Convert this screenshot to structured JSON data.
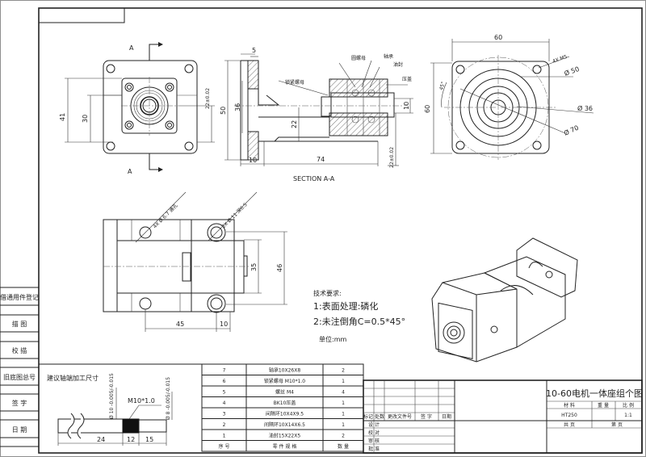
{
  "side_strip": [
    "借通用件登记",
    "描 图",
    "校 描",
    "旧底图总号",
    "签 字",
    "日 期"
  ],
  "front_view": {
    "section_mark_top": "A",
    "section_mark_bottom": "A",
    "dim_41": "41",
    "dim_30": "30",
    "dim_22_tol": "22±0.02"
  },
  "section_view": {
    "title": "SECTION A-A",
    "labels": {
      "lock_nut": "锁紧螺母",
      "round_nut": "圆螺母",
      "bearing": "轴承",
      "oil_seal": "油封",
      "gland": "压盖"
    },
    "dim_5": "5",
    "dim_50": "50",
    "dim_36": "36",
    "dim_22": "22",
    "dim_10_right": "10",
    "dim_74": "74",
    "dim_10_bottom": "10",
    "dim_22_tol": "22±0.02"
  },
  "side_view": {
    "dim_60_top": "60",
    "dim_60_left": "60",
    "holes": "4X M5",
    "angle": "45°",
    "dia_50": "Ø 50",
    "dia_36": "Ø 36",
    "dia_70": "Ø 70"
  },
  "top_view": {
    "holes_small": "4X Ø 6.7 通孔",
    "holes_large": "2X Ø 11 深6.5",
    "dim_35": "35",
    "dim_46": "46",
    "dim_45": "45",
    "dim_10": "10"
  },
  "tech_req": {
    "title": "技术要求:",
    "line1": "1:表面处理:磷化",
    "line2": "2:未注倒角C=0.5*45°",
    "units": "单位:mm"
  },
  "shaft_detail": {
    "title": "建议轴端加工尺寸",
    "dia_10": "Ø 10 -0.005/-0.015",
    "thread": "M10*1.0",
    "dia_8": "Ø 8 -0.005/-0.015",
    "dim_24": "24",
    "dim_12": "12",
    "dim_15": "15"
  },
  "bom": {
    "rows": [
      {
        "no": "7",
        "name": "轴承10X26X8",
        "qty": "2"
      },
      {
        "no": "6",
        "name": "锁紧螺母 M10*1.0",
        "qty": "1"
      },
      {
        "no": "5",
        "name": "螺丝 M4",
        "qty": "4"
      },
      {
        "no": "4",
        "name": "BK10压盖",
        "qty": "1"
      },
      {
        "no": "3",
        "name": "间隔环10X4X9.5",
        "qty": "1"
      },
      {
        "no": "2",
        "name": "间隔环10X14X6.5",
        "qty": "1"
      },
      {
        "no": "1",
        "name": "油封15X22X5",
        "qty": "2"
      }
    ],
    "header": {
      "no": "序 号",
      "name": "零 件 规 格",
      "qty": "数 量"
    }
  },
  "title_block": {
    "title": "10-60电机一体座组个图",
    "material_label": "材 料",
    "weight_label": "重 量",
    "scale_label": "比 例",
    "material": "HT250",
    "scale": "1:1",
    "total_pages": "共 页",
    "page": "第 页",
    "rev_headers": [
      "标记",
      "处数",
      "更改文件号",
      "签 字",
      "日期"
    ],
    "sign_rows": [
      "设 计",
      "校 对",
      "审 核",
      "批 准"
    ]
  }
}
